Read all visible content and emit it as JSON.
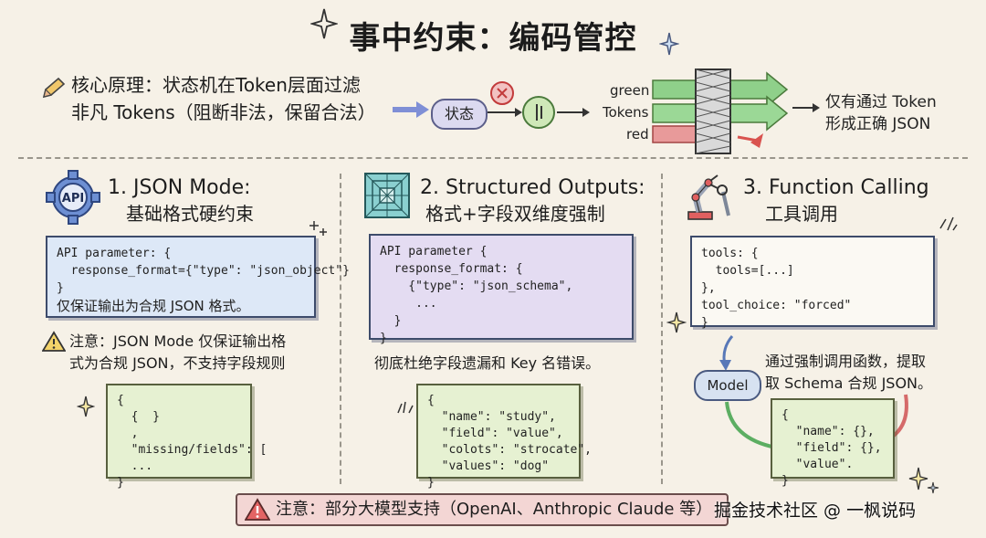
{
  "title": "事中约束：编码管控",
  "principle": {
    "line1": "核心原理：状态机在Token层面过滤",
    "line2": "非凡 Tokens（阻断非法，保留合法）",
    "state_label": "状态",
    "green_label": "green",
    "tokens_label": "Tokens",
    "red_label": "red",
    "result_line1": "仅有通过 Token",
    "result_line2": "形成正确 JSON"
  },
  "sections": [
    {
      "title1": "1. JSON Mode:",
      "title2": "基础格式硬约束",
      "icon_text": "API",
      "code": "API parameter: {\n  response_format={\"type\": \"json_object\"}\n}",
      "code_caption": "仅保证输出为合规 JSON 格式。",
      "warning_line1": "注意：JSON Mode 仅保证输出格",
      "warning_line2": "式为合规 JSON，不支持字段规则",
      "example": "{\n  {  }\n  ,\n  \"missing/fields\": [\n  ...\n}"
    },
    {
      "title1": "2. Structured Outputs:",
      "title2": "格式+字段双维度强制",
      "code": "API parameter {\n  response_format: {\n    {\"type\": \"json_schema\",\n     ...\n  }\n}",
      "caption": "彻底杜绝字段遗漏和 Key 名错误。",
      "example": "{\n  \"name\": \"study\",\n  \"field\": \"value\",\n  \"colots\": \"strocate\",\n  \"values\": \"dog\"\n}"
    },
    {
      "title1": "3. Function Calling",
      "title2": "工具调用",
      "code": "tools: {\n  tools=[...]\n},\ntool_choice: \"forced\"\n}",
      "model_label": "Model",
      "caption_line1": "通过强制调用函数，提取",
      "caption_line2": "取 Schema 合规 JSON。",
      "example": "{\n  \"name\": {},\n  \"field\": {},\n  \"value\".\n}"
    }
  ],
  "footer": "注意：部分大模型支持（OpenAI、Anthropic Claude 等）",
  "watermark": "掘金技术社区 @ 一枫说码",
  "colors": {
    "green": "#7cc47a",
    "red": "#e07a7a",
    "arrow_blue": "#7f8fd6",
    "accent_red": "#d9534f"
  }
}
